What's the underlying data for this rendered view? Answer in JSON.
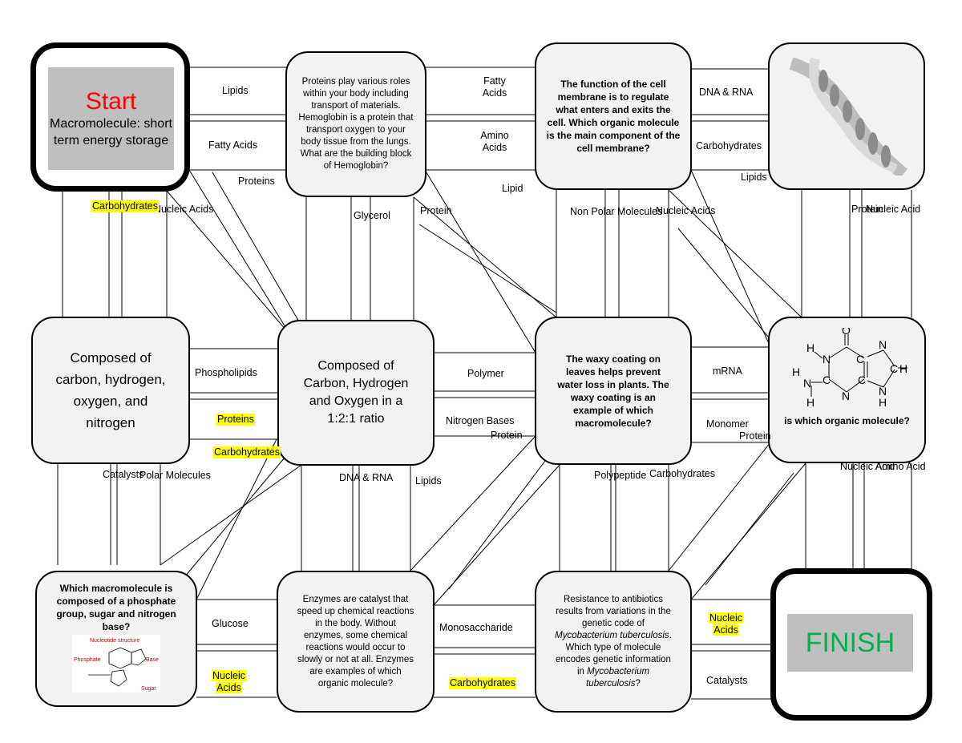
{
  "start": {
    "title": "Start",
    "subtitle": "Macromolecule: short term energy storage"
  },
  "finish": {
    "title": "FINISH"
  },
  "colors": {
    "start_red": "#ff0000",
    "finish_green": "#00b050",
    "highlight": "#ffff00",
    "panel_gray": "#bfbfbf",
    "box_fill": "#f2f2f2"
  },
  "icons": {
    "dna_helix": "dna-helix-image",
    "nucleotide": "nucleotide-structure-image",
    "guanine": "guanine-structure-image"
  },
  "boxes": {
    "b2": "Proteins play various roles within your body including transport of materials. Hemoglobin is a protein that transport oxygen to your body tissue from the lungs. What are the building block of Hemoglobin?",
    "b3": "The function of the cell membrane is to regulate what enters and exits the cell. Which organic molecule is the main component of the cell membrane?",
    "b5": "Composed of carbon, hydrogen, oxygen, and nitrogen",
    "b6": "Composed of Carbon, Hydrogen and Oxygen in a 1:2:1 ratio",
    "b7": "The waxy coating on leaves helps prevent water loss in plants. The waxy coating is an example of which macromolecule?",
    "b8": "is which organic molecule?",
    "b9": "Which macromolecule is composed of a phosphate group, sugar and nitrogen base?",
    "b10": "Enzymes are catalyst that speed up chemical reactions in the body. Without enzymes, some chemical reactions would occur to slowly or not at all. Enzymes are examples of which organic molecule?",
    "b11_a": "Resistance to antibiotics results from variations in the genetic code of",
    "b11_b": "Mycobacterium tuberculosis",
    "b11_c": ". Which type of molecule encodes genetic information in",
    "b11_d": "Mycobacterium tuberculosis",
    "b11_e": "?"
  },
  "images": {
    "nucleotide_caption": "Nucleotide structure",
    "nucleotide_labels": [
      "Phosphate",
      "Base",
      "Sugar"
    ],
    "guanine_atoms": [
      "O",
      "N",
      "N",
      "N",
      "N",
      "N",
      "H",
      "H",
      "H",
      "H",
      "H",
      "C",
      "C",
      "C",
      "C",
      "C"
    ]
  },
  "labels": {
    "l_lipids_1": "Lipids",
    "l_fatty_1": "Fatty Acids",
    "l_proteins_1": "Proteins",
    "l_carbs_1": "Carbohydrates",
    "l_nucleic_1": "Nucleic Acids",
    "l_fatty_2": "Fatty Acids",
    "l_amino": "Amino Acids",
    "l_lipid_2": "Lipid",
    "l_glycerol": "Glycerol",
    "l_protein_2": "Protein",
    "l_dnarna_1": "DNA & RNA",
    "l_carbs_2": "Carbohydrates",
    "l_lipids_3": "Lipids",
    "l_nonpolar": "Non Polar Molecules",
    "l_nucleic_2": "Nucleic Acids",
    "l_protein_3": "Protein",
    "l_nucleic_acid_1": "Nucleic Acid",
    "l_phospholipids": "Phospholipids",
    "l_proteins_hl": "Proteins",
    "l_carbs_hl": "Carbohydrates",
    "l_polymer": "Polymer",
    "l_nitrogen": "Nitrogen Bases",
    "l_protein_4": "Protein",
    "l_mrna": "mRNA",
    "l_monomer": "Monomer",
    "l_protein_5": "Protein",
    "l_catalysts_1": "Catalysts",
    "l_polar": "Polar Molecules",
    "l_dnarna_2": "DNA & RNA",
    "l_lipids_4": "Lipids",
    "l_polypeptide": "Polypeptide",
    "l_carbs_3": "Carbohydrates",
    "l_nucleic_acid_2": "Nucleic Acid",
    "l_amino_acid": "Amino Acid",
    "l_glucose": "Glucose",
    "l_nucleic_hl_a": "Nucleic",
    "l_nucleic_hl_b": "Acids",
    "l_monosacch": "Monosaccharide",
    "l_carbs_hl_2": "Carbohydrates",
    "l_nucleic_hl2_a": "Nucleic",
    "l_nucleic_hl2_b": "Acids",
    "l_catalysts_2": "Catalysts"
  }
}
